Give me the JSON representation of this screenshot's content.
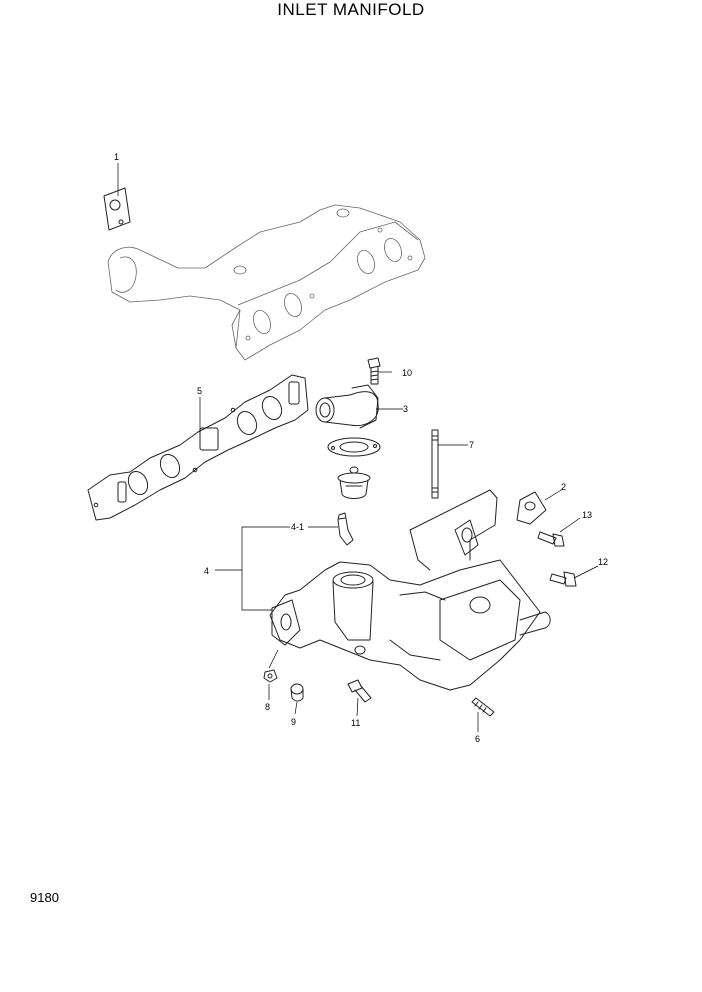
{
  "title": "INLET MANIFOLD",
  "page_number": "9180",
  "callouts": [
    "1",
    "2",
    "3",
    "4",
    "4-1",
    "5",
    "6",
    "7",
    "8",
    "9",
    "10",
    "11",
    "12",
    "13"
  ]
}
